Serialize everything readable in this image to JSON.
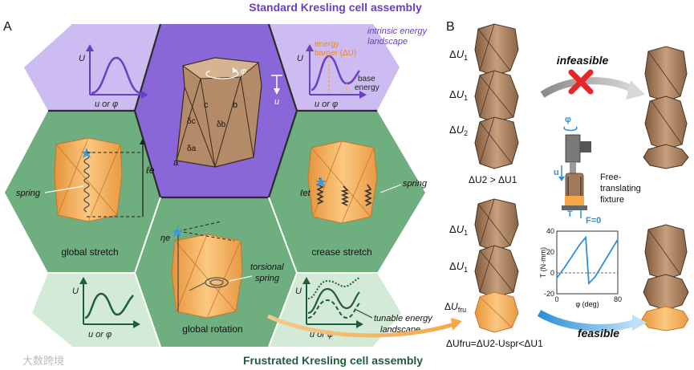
{
  "title_top": "Standard Kresling cell assembly",
  "title_bottom": "Frustrated Kresling cell assembly",
  "panel_a": "A",
  "panel_b": "B",
  "axis_U": "U",
  "axis_u_or_phi": "u or φ",
  "label_intrinsic": [
    "intrinsic energy",
    "landscape"
  ],
  "label_energy_barrier": [
    "energy",
    "barrier (ΔU)"
  ],
  "label_base_energy": [
    "base",
    "energy"
  ],
  "label_phi": "φ",
  "label_u": "u",
  "crease_labels": [
    "a",
    "b",
    "c",
    "δc",
    "δb",
    "δa"
  ],
  "label_spring": "spring",
  "label_global_stretch": "global stretch",
  "label_crease_stretch": "crease stretch",
  "label_global_rotation": "global rotation",
  "label_torsional_spring": [
    "torsional",
    "spring"
  ],
  "label_l_e": "ℓe",
  "label_l_et": "ℓet",
  "label_eta": "ηe",
  "label_tunable": [
    "tunable energy",
    "landscape"
  ],
  "dU1": "ΔU1",
  "dU2": "ΔU2",
  "dU_ineq": "ΔU2 > ΔU1",
  "dUfru": "ΔUfru",
  "dUfru_eq": "ΔUfru=ΔU2-Uspr<ΔU1",
  "label_infeasible": "infeasible",
  "label_feasible": "feasible",
  "label_fixture": [
    "Free-",
    "translating",
    "fixture"
  ],
  "label_T": "T",
  "label_F0": "F=0",
  "label_phi_fixture": "φ",
  "label_u_fixture": "u",
  "watermark": "大数跨境",
  "colors": {
    "purple_dark": "#6a3fc4",
    "purple_light": "#cdbcf2",
    "green_dark": "#1f5d3d",
    "green_mid": "#6fae7e",
    "green_light": "#d3ead6",
    "orange": "#f5a84a",
    "brown": "#a67c5a",
    "blue": "#2e8fd8",
    "red": "#e8262a"
  },
  "chart_data": {
    "type": "line",
    "x": [
      0,
      10,
      20,
      30,
      38,
      42,
      50,
      60,
      70,
      80
    ],
    "series": [
      {
        "values": [
          -5,
          5,
          16,
          27,
          34,
          -10,
          -4,
          8,
          20,
          32
        ]
      }
    ],
    "xlabel": "φ (deg)",
    "ylabel": "T (N·mm)",
    "xlim": [
      0,
      80
    ],
    "ylim": [
      -20,
      40
    ],
    "xticks": [
      "0",
      "80"
    ],
    "yticks": [
      "40",
      "20",
      "0",
      "-20"
    ],
    "grid": false,
    "legend": "none"
  }
}
